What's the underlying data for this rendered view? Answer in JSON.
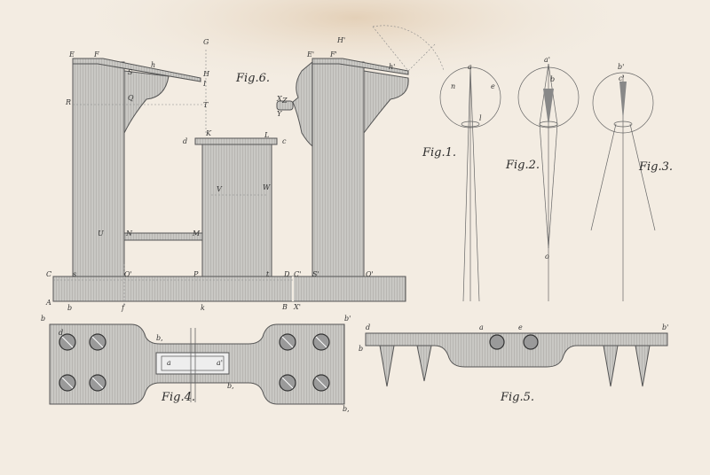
{
  "figures": {
    "fig1": "Fig.1.",
    "fig2": "Fig.2.",
    "fig3": "Fig.3.",
    "fig4": "Fig.4.",
    "fig5": "Fig.5.",
    "fig6": "Fig.6."
  },
  "fig6_letters": {
    "E": "E",
    "F": "F",
    "G": "G",
    "H": "H",
    "I": "I",
    "S": "S",
    "h": "h",
    "Q": "Q",
    "R": "R",
    "T": "T",
    "K": "K",
    "d": "d",
    "L": "L",
    "c": "c",
    "V": "V",
    "W": "W",
    "U": "U",
    "N": "N",
    "M": "M",
    "C": "C",
    "s": "s",
    "O": "O'",
    "P": "P",
    "t": "t",
    "D": "D",
    "C2": "C'",
    "S2": "S'",
    "O2": "O'",
    "A": "A",
    "b": "b",
    "f": "f",
    "k": "k",
    "B": "B",
    "X2": "X'",
    "X": "X",
    "Y": "Y",
    "Z": "Z",
    "E2": "E'",
    "F2": "F'",
    "H2": "H'",
    "h2": "h'"
  },
  "fig123_letters": {
    "a": "a",
    "n": "n",
    "b": "b",
    "e": "e",
    "l": "l",
    "o": "o",
    "a2": "a'",
    "b2": "b'",
    "c2": "c'"
  },
  "fig4_letters": {
    "b": "b",
    "b2": "b'",
    "d": "d",
    "a": "a",
    "a2": "a'",
    "b3": "b,",
    "bb": "b,",
    "b4": "b,"
  },
  "fig5_letters": {
    "b": "b",
    "b2": "b'",
    "d": "d",
    "a": "a",
    "e": "e"
  }
}
